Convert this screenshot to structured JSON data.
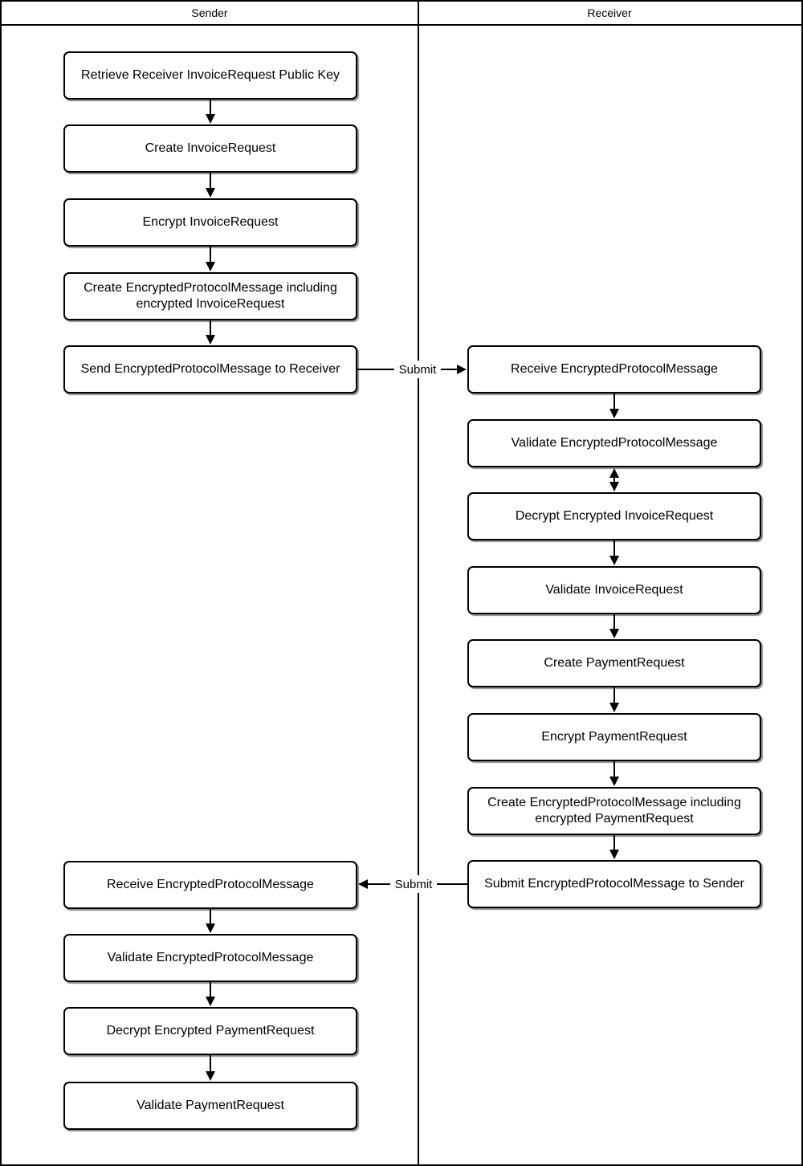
{
  "lanes": {
    "sender": "Sender",
    "receiver": "Receiver"
  },
  "sender_steps": [
    "Retrieve Receiver InvoiceRequest Public Key",
    "Create InvoiceRequest",
    "Encrypt InvoiceRequest",
    "Create EncryptedProtocolMessage including encrypted InvoiceRequest",
    "Send EncryptedProtocolMessage to Receiver",
    "Receive EncryptedProtocolMessage",
    "Validate EncryptedProtocolMessage",
    "Decrypt Encrypted PaymentRequest",
    "Validate PaymentRequest"
  ],
  "receiver_steps": [
    "Receive EncryptedProtocolMessage",
    "Validate EncryptedProtocolMessage",
    "Decrypt Encrypted InvoiceRequest",
    "Validate InvoiceRequest",
    "Create PaymentRequest",
    "Encrypt PaymentRequest",
    "Create EncryptedProtocolMessage including encrypted PaymentRequest",
    "Submit EncryptedProtocolMessage to Sender"
  ],
  "edge_labels": {
    "submit_to_receiver": "Submit",
    "submit_to_sender": "Submit"
  },
  "colors": {
    "line": "#000000",
    "node_fill": "#ffffff",
    "background": "#ffffff"
  }
}
